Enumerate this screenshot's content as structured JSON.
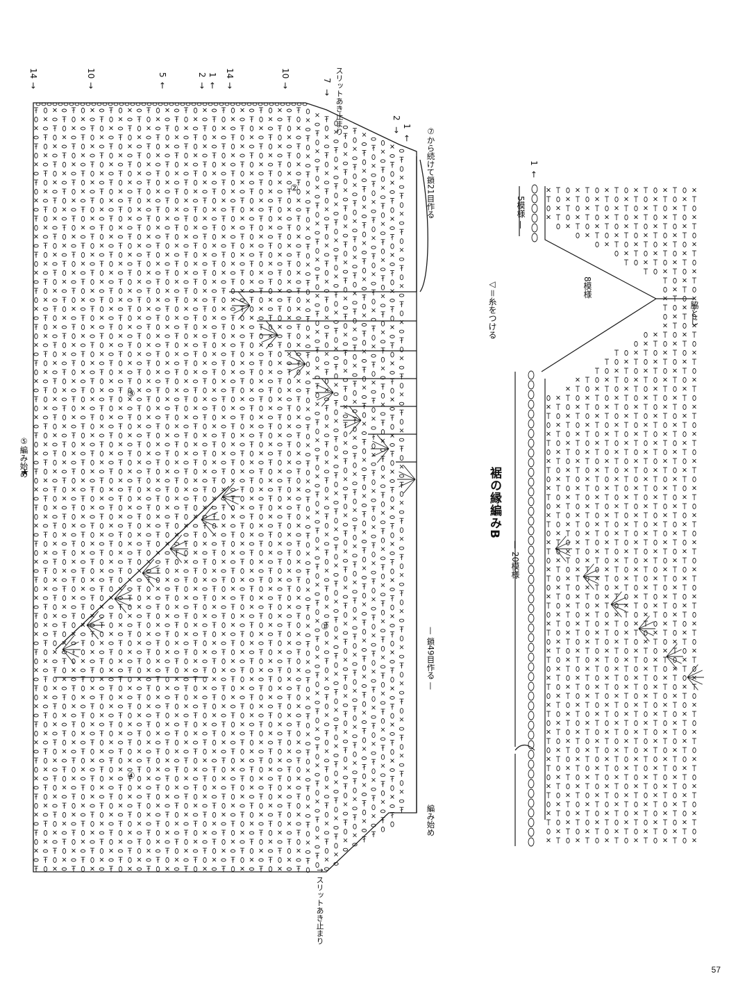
{
  "main_chart": {
    "row_labels_top": [
      {
        "text": "14",
        "dir": "→"
      },
      {
        "text": "10",
        "dir": "→"
      },
      {
        "text": "5",
        "dir": "←"
      },
      {
        "text": "2",
        "dir": "→"
      },
      {
        "text": "1",
        "dir": "←"
      },
      {
        "text": "14",
        "dir": "→"
      },
      {
        "text": "10",
        "dir": "→"
      },
      {
        "text": "7",
        "dir": "→"
      }
    ],
    "slit_top": "スリットあき止まり",
    "slit_bottom": "スリットあき止まり",
    "side_row_2": "2",
    "side_row_1": "1",
    "note_chain21": "⑦から続けて鎖21目作る",
    "note_chain49": "鎖49目作る",
    "note_start": "編み始め",
    "note_start5": "⑤編み始め",
    "circle_1": "①",
    "circle_2": "②",
    "circle_3": "③",
    "circle_4": "④",
    "star": "★"
  },
  "edging_b": {
    "title": "裾の縁編みB",
    "attach_note": "◁＝糸をつける",
    "label_5rep": "5模様",
    "label_8rep": "8模様",
    "label_20rep": "20模様",
    "label_side": "脇とじ",
    "row_1": "1"
  },
  "page_number": "57",
  "colors": {
    "ink": "#1a1a1a",
    "paper": "#ffffff"
  }
}
